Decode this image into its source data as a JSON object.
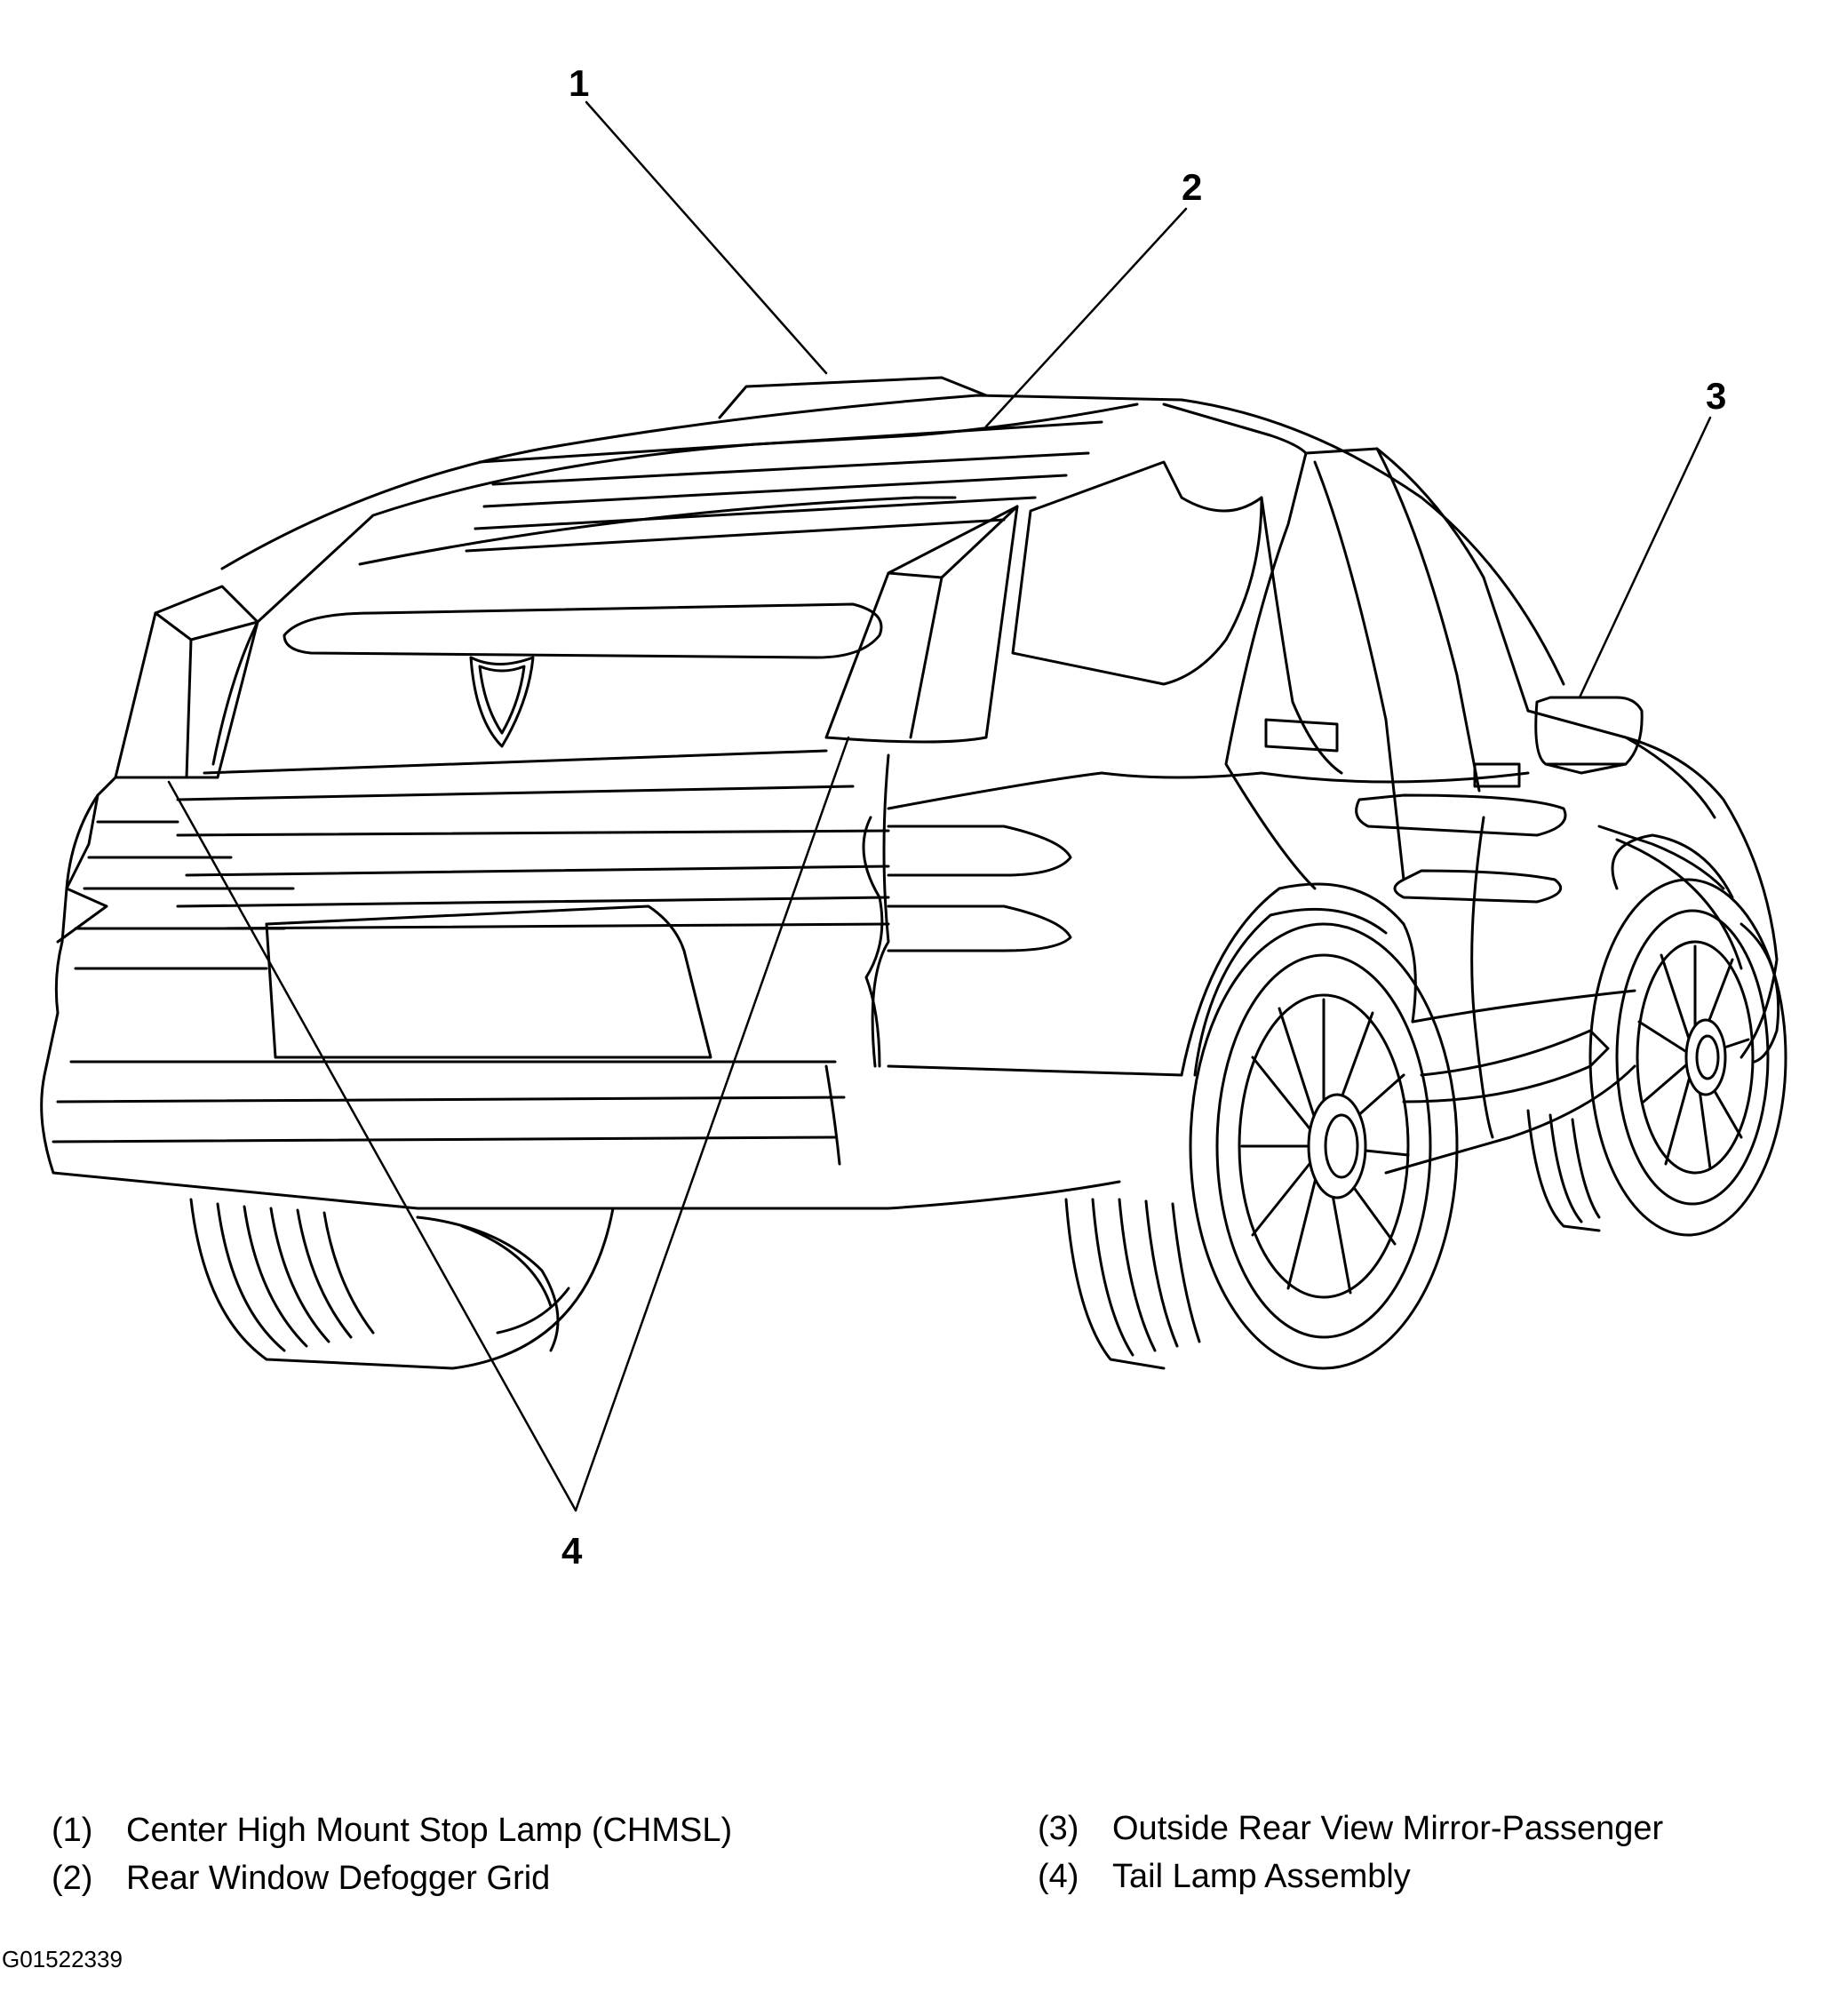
{
  "callouts": [
    {
      "number": "1"
    },
    {
      "number": "2"
    },
    {
      "number": "3"
    },
    {
      "number": "4"
    }
  ],
  "legend": [
    {
      "number": "(1)",
      "label": "Center High Mount Stop Lamp (CHMSL)"
    },
    {
      "number": "(2)",
      "label": "Rear Window Defogger Grid"
    },
    {
      "number": "(3)",
      "label": "Outside Rear View Mirror-Passenger"
    },
    {
      "number": "(4)",
      "label": "Tail Lamp Assembly"
    }
  ],
  "figure_id": "G01522339"
}
